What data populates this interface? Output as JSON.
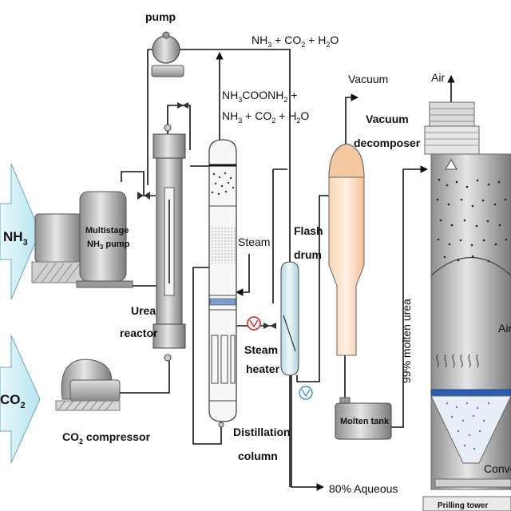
{
  "labels": {
    "pump": "pump",
    "recycle_top_1": "NH",
    "recycle_top_2": "3",
    "recycle_top_3": " + CO",
    "recycle_top_4": "2",
    "recycle_top_5": " + H",
    "recycle_top_6": "2",
    "recycle_top_7": "O",
    "carbamate_1a": "NH",
    "carbamate_1b": "3",
    "carbamate_1c": "COONH",
    "carbamate_1d": "2",
    "carbamate_1e": " +",
    "carbamate_2a": "NH",
    "carbamate_2b": "3",
    "carbamate_2c": " + CO",
    "carbamate_2d": "2",
    "carbamate_2e": " + H",
    "carbamate_2f": "2",
    "carbamate_2g": "O",
    "vacuum": "Vacuum",
    "vacuum_decomposer_1": "Vacuum",
    "vacuum_decomposer_2": "decomposer",
    "air_top": "Air",
    "nh3_feed_a": "NH",
    "nh3_feed_b": "3",
    "co2_feed_a": "CO",
    "co2_feed_b": "2",
    "nh3_pump_1": "Multistage",
    "nh3_pump_2a": "NH",
    "nh3_pump_2b": "3",
    "nh3_pump_2c": " pump",
    "steam": "Steam",
    "flash_drum_1": "Flash",
    "flash_drum_2": "drum",
    "molten_urea": "99% molten urea",
    "urea_reactor_1": "Urea",
    "urea_reactor_2": "reactor",
    "steam_heater_1": "Steam",
    "steam_heater_2": "heater",
    "air_side": "Air",
    "co2_compressor_a": "CO",
    "co2_compressor_b": "2",
    "co2_compressor_c": " compressor",
    "distillation_1": "Distillation",
    "distillation_2": "column",
    "molten_tank": "Molten tank",
    "conveyor": "Conve",
    "aqueous": "80% Aqueous",
    "prilling_tower": "Prilling tower"
  },
  "colors": {
    "feed_arrow": "#c8eef5",
    "decomposer_top": "#f3c8a0",
    "decomposer_body": "#fde0c8",
    "flash_drum": "#cfe8ef",
    "equipment": "#a8a8a8",
    "heater": "#e02020",
    "prill_bed": "#2a5db0"
  }
}
